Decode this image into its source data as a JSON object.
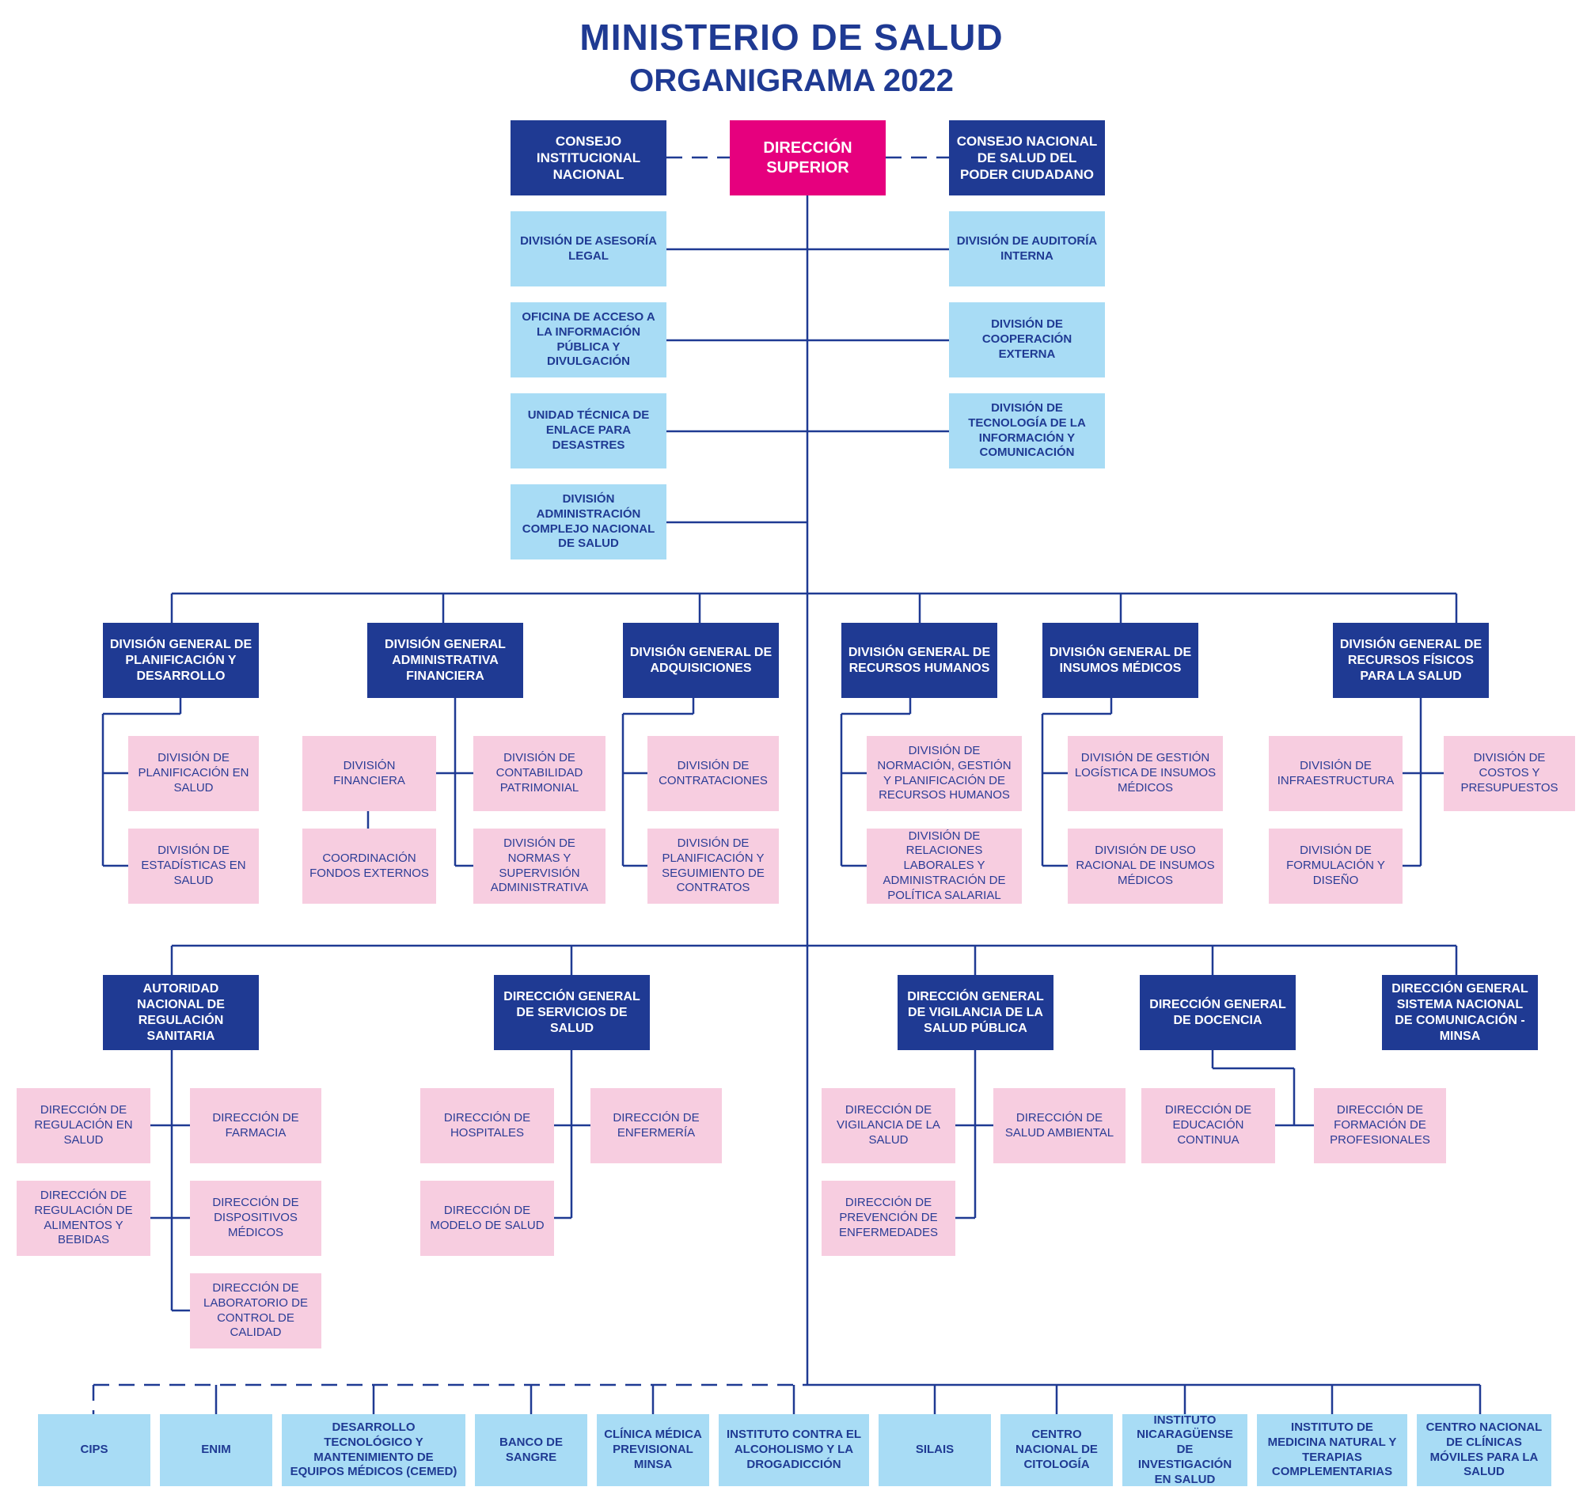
{
  "header": {
    "title": "MINISTERIO DE SALUD",
    "subtitle": "ORGANIGRAMA 2022"
  },
  "colors": {
    "dark_blue": "#1f3a93",
    "magenta": "#e6007e",
    "light_blue": "#a8dcf5",
    "pink": "#f7cde0",
    "line": "#1f3a93"
  },
  "top": {
    "direccion_superior": "DIRECCIÓN SUPERIOR",
    "consejo_institucional": "CONSEJO INSTITUCIONAL NACIONAL",
    "consejo_nacional": "CONSEJO NACIONAL DE SALUD DEL PODER CIUDADANO"
  },
  "staff_left": [
    "DIVISIÓN DE ASESORÍA LEGAL",
    "OFICINA DE ACCESO A LA INFORMACIÓN PÚBLICA Y DIVULGACIÓN",
    "UNIDAD TÉCNICA DE ENLACE PARA DESASTRES",
    "DIVISIÓN ADMINISTRACIÓN COMPLEJO NACIONAL DE SALUD"
  ],
  "staff_right": [
    "DIVISIÓN DE AUDITORÍA INTERNA",
    "DIVISIÓN DE COOPERACIÓN EXTERNA",
    "DIVISIÓN DE TECNOLOGÍA DE LA INFORMACIÓN Y COMUNICACIÓN"
  ],
  "divisiones_generales": [
    {
      "name": "DIVISIÓN GENERAL DE PLANIFICACIÓN Y DESARROLLO",
      "children": [
        "DIVISIÓN DE PLANIFICACIÓN EN SALUD",
        "DIVISIÓN DE ESTADÍSTICAS EN SALUD"
      ]
    },
    {
      "name": "DIVISIÓN GENERAL ADMINISTRATIVA FINANCIERA",
      "children": [
        "DIVISIÓN FINANCIERA",
        "COORDINACIÓN FONDOS EXTERNOS",
        "DIVISIÓN DE CONTABILIDAD PATRIMONIAL",
        "DIVISIÓN DE NORMAS Y SUPERVISIÓN ADMINISTRATIVA"
      ]
    },
    {
      "name": "DIVISIÓN GENERAL DE ADQUISICIONES",
      "children": [
        "DIVISIÓN DE CONTRATACIONES",
        "DIVISIÓN DE PLANIFICACIÓN Y SEGUIMIENTO DE CONTRATOS"
      ]
    },
    {
      "name": "DIVISIÓN GENERAL DE RECURSOS HUMANOS",
      "children": [
        "DIVISIÓN DE NORMACIÓN, GESTIÓN Y PLANIFICACIÓN DE RECURSOS HUMANOS",
        "DIVISIÓN DE RELACIONES LABORALES Y ADMINISTRACIÓN DE POLÍTICA SALARIAL"
      ]
    },
    {
      "name": "DIVISIÓN GENERAL DE INSUMOS MÉDICOS",
      "children": [
        "DIVISIÓN DE GESTIÓN LOGÍSTICA DE INSUMOS MÉDICOS",
        "DIVISIÓN DE USO RACIONAL DE INSUMOS MÉDICOS"
      ]
    },
    {
      "name": "DIVISIÓN GENERAL DE RECURSOS FÍSICOS PARA LA SALUD",
      "children": [
        "DIVISIÓN DE INFRAESTRUCTURA",
        "DIVISIÓN DE FORMULACIÓN Y DISEÑO",
        "DIVISIÓN DE COSTOS Y PRESUPUESTOS"
      ]
    }
  ],
  "direcciones_generales": [
    {
      "name": "AUTORIDAD NACIONAL DE REGULACIÓN SANITARIA",
      "children": [
        "DIRECCIÓN DE REGULACIÓN EN SALUD",
        "DIRECCIÓN DE REGULACIÓN DE ALIMENTOS Y BEBIDAS",
        "DIRECCIÓN DE FARMACIA",
        "DIRECCIÓN DE DISPOSITIVOS MÉDICOS",
        "DIRECCIÓN DE LABORATORIO DE CONTROL DE CALIDAD"
      ]
    },
    {
      "name": "DIRECCIÓN GENERAL DE SERVICIOS DE SALUD",
      "children": [
        "DIRECCIÓN DE HOSPITALES",
        "DIRECCIÓN DE MODELO DE SALUD",
        "DIRECCIÓN DE ENFERMERÍA"
      ]
    },
    {
      "name": "DIRECCIÓN GENERAL DE VIGILANCIA DE LA SALUD PÚBLICA",
      "children": [
        "DIRECCIÓN DE VIGILANCIA DE LA SALUD",
        "DIRECCIÓN DE PREVENCIÓN DE ENFERMEDADES",
        "DIRECCIÓN DE SALUD AMBIENTAL"
      ]
    },
    {
      "name": "DIRECCIÓN GENERAL DE DOCENCIA",
      "children": [
        "DIRECCIÓN DE EDUCACIÓN CONTINUA",
        "DIRECCIÓN DE FORMACIÓN DE PROFESIONALES"
      ]
    },
    {
      "name": "DIRECCIÓN GENERAL SISTEMA NACIONAL DE COMUNICACIÓN - MINSA",
      "children": []
    }
  ],
  "entidades": [
    "CIPS",
    "ENIM",
    "DESARROLLO TECNOLÓGICO Y MANTENIMIENTO DE EQUIPOS MÉDICOS (CEMED)",
    "BANCO DE SANGRE",
    "CLÍNICA MÉDICA PREVISIONAL MINSA",
    "INSTITUTO CONTRA EL ALCOHOLISMO Y LA DROGADICCIÓN",
    "SILAIS",
    "CENTRO NACIONAL DE CITOLOGÍA",
    "INSTITUTO NICARAGÜENSE DE INVESTIGACIÓN EN SALUD",
    "INSTITUTO DE MEDICINA NATURAL Y TERAPIAS COMPLEMENTARIAS",
    "CENTRO NACIONAL DE CLÍNICAS MÓVILES PARA LA SALUD"
  ]
}
